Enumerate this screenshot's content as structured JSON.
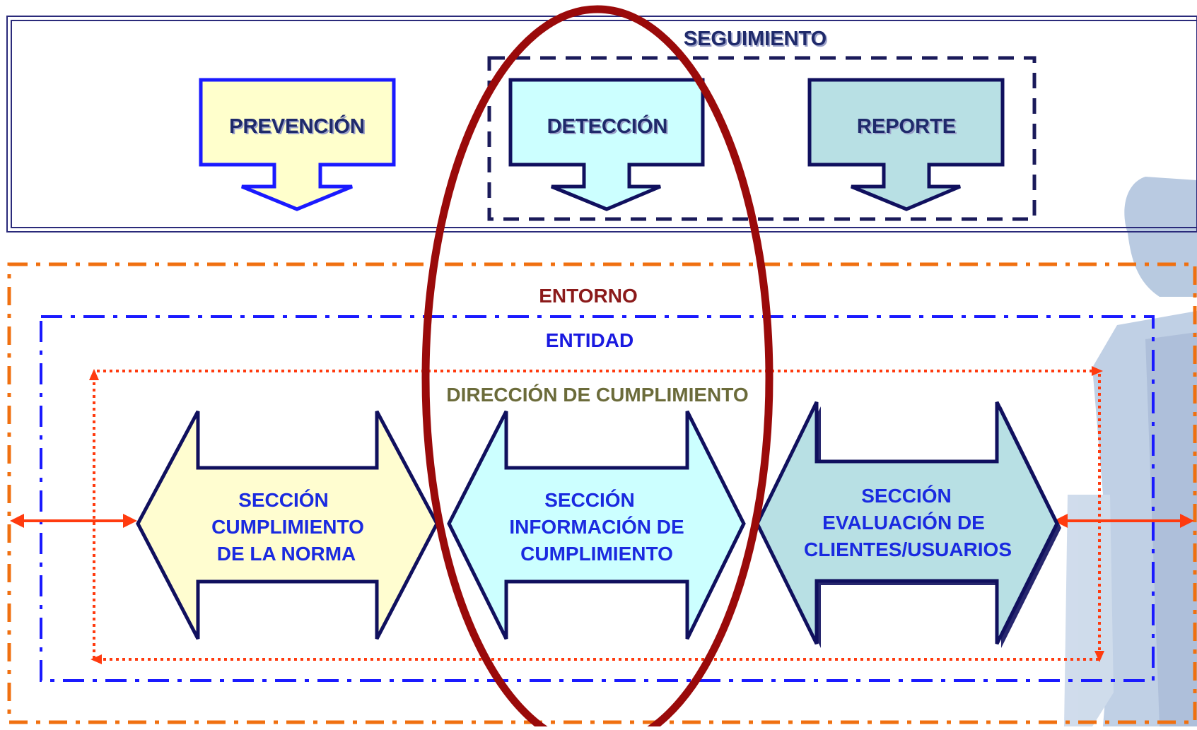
{
  "seguimiento": {
    "title": "SEGUIMIENTO",
    "prevencion": "PREVENCIÓN",
    "deteccion": "DETECCIÓN",
    "reporte": "REPORTE"
  },
  "entorno": {
    "title": "ENTORNO"
  },
  "entidad": {
    "title": "ENTIDAD"
  },
  "direccion": {
    "title": "DIRECCIÓN DE CUMPLIMIENTO"
  },
  "sections": [
    {
      "lines": [
        "SECCIÓN",
        "CUMPLIMIENTO",
        "DE LA NORMA"
      ],
      "fill": "#fffdd0"
    },
    {
      "lines": [
        "SECCIÓN",
        "INFORMACIÓN DE",
        "CUMPLIMIENTO"
      ],
      "fill": "#ccffff"
    },
    {
      "lines": [
        "SECCIÓN",
        "EVALUACIÓN DE",
        "CLIENTES/USUARIOS"
      ],
      "fill": "#b8e0e4"
    }
  ],
  "colors": {
    "navy": "#10105e",
    "blue": "#1a1aff",
    "orange": "#f07010",
    "red_arrow": "#ff3b0f",
    "ellipse": "#9a0a0a",
    "entorno_text": "#8b1a1a",
    "direccion_text": "#6b6b3a",
    "prevencion_fill": "#ffffcc",
    "deteccion_fill": "#ccffff",
    "reporte_fill": "#b8e0e4"
  }
}
